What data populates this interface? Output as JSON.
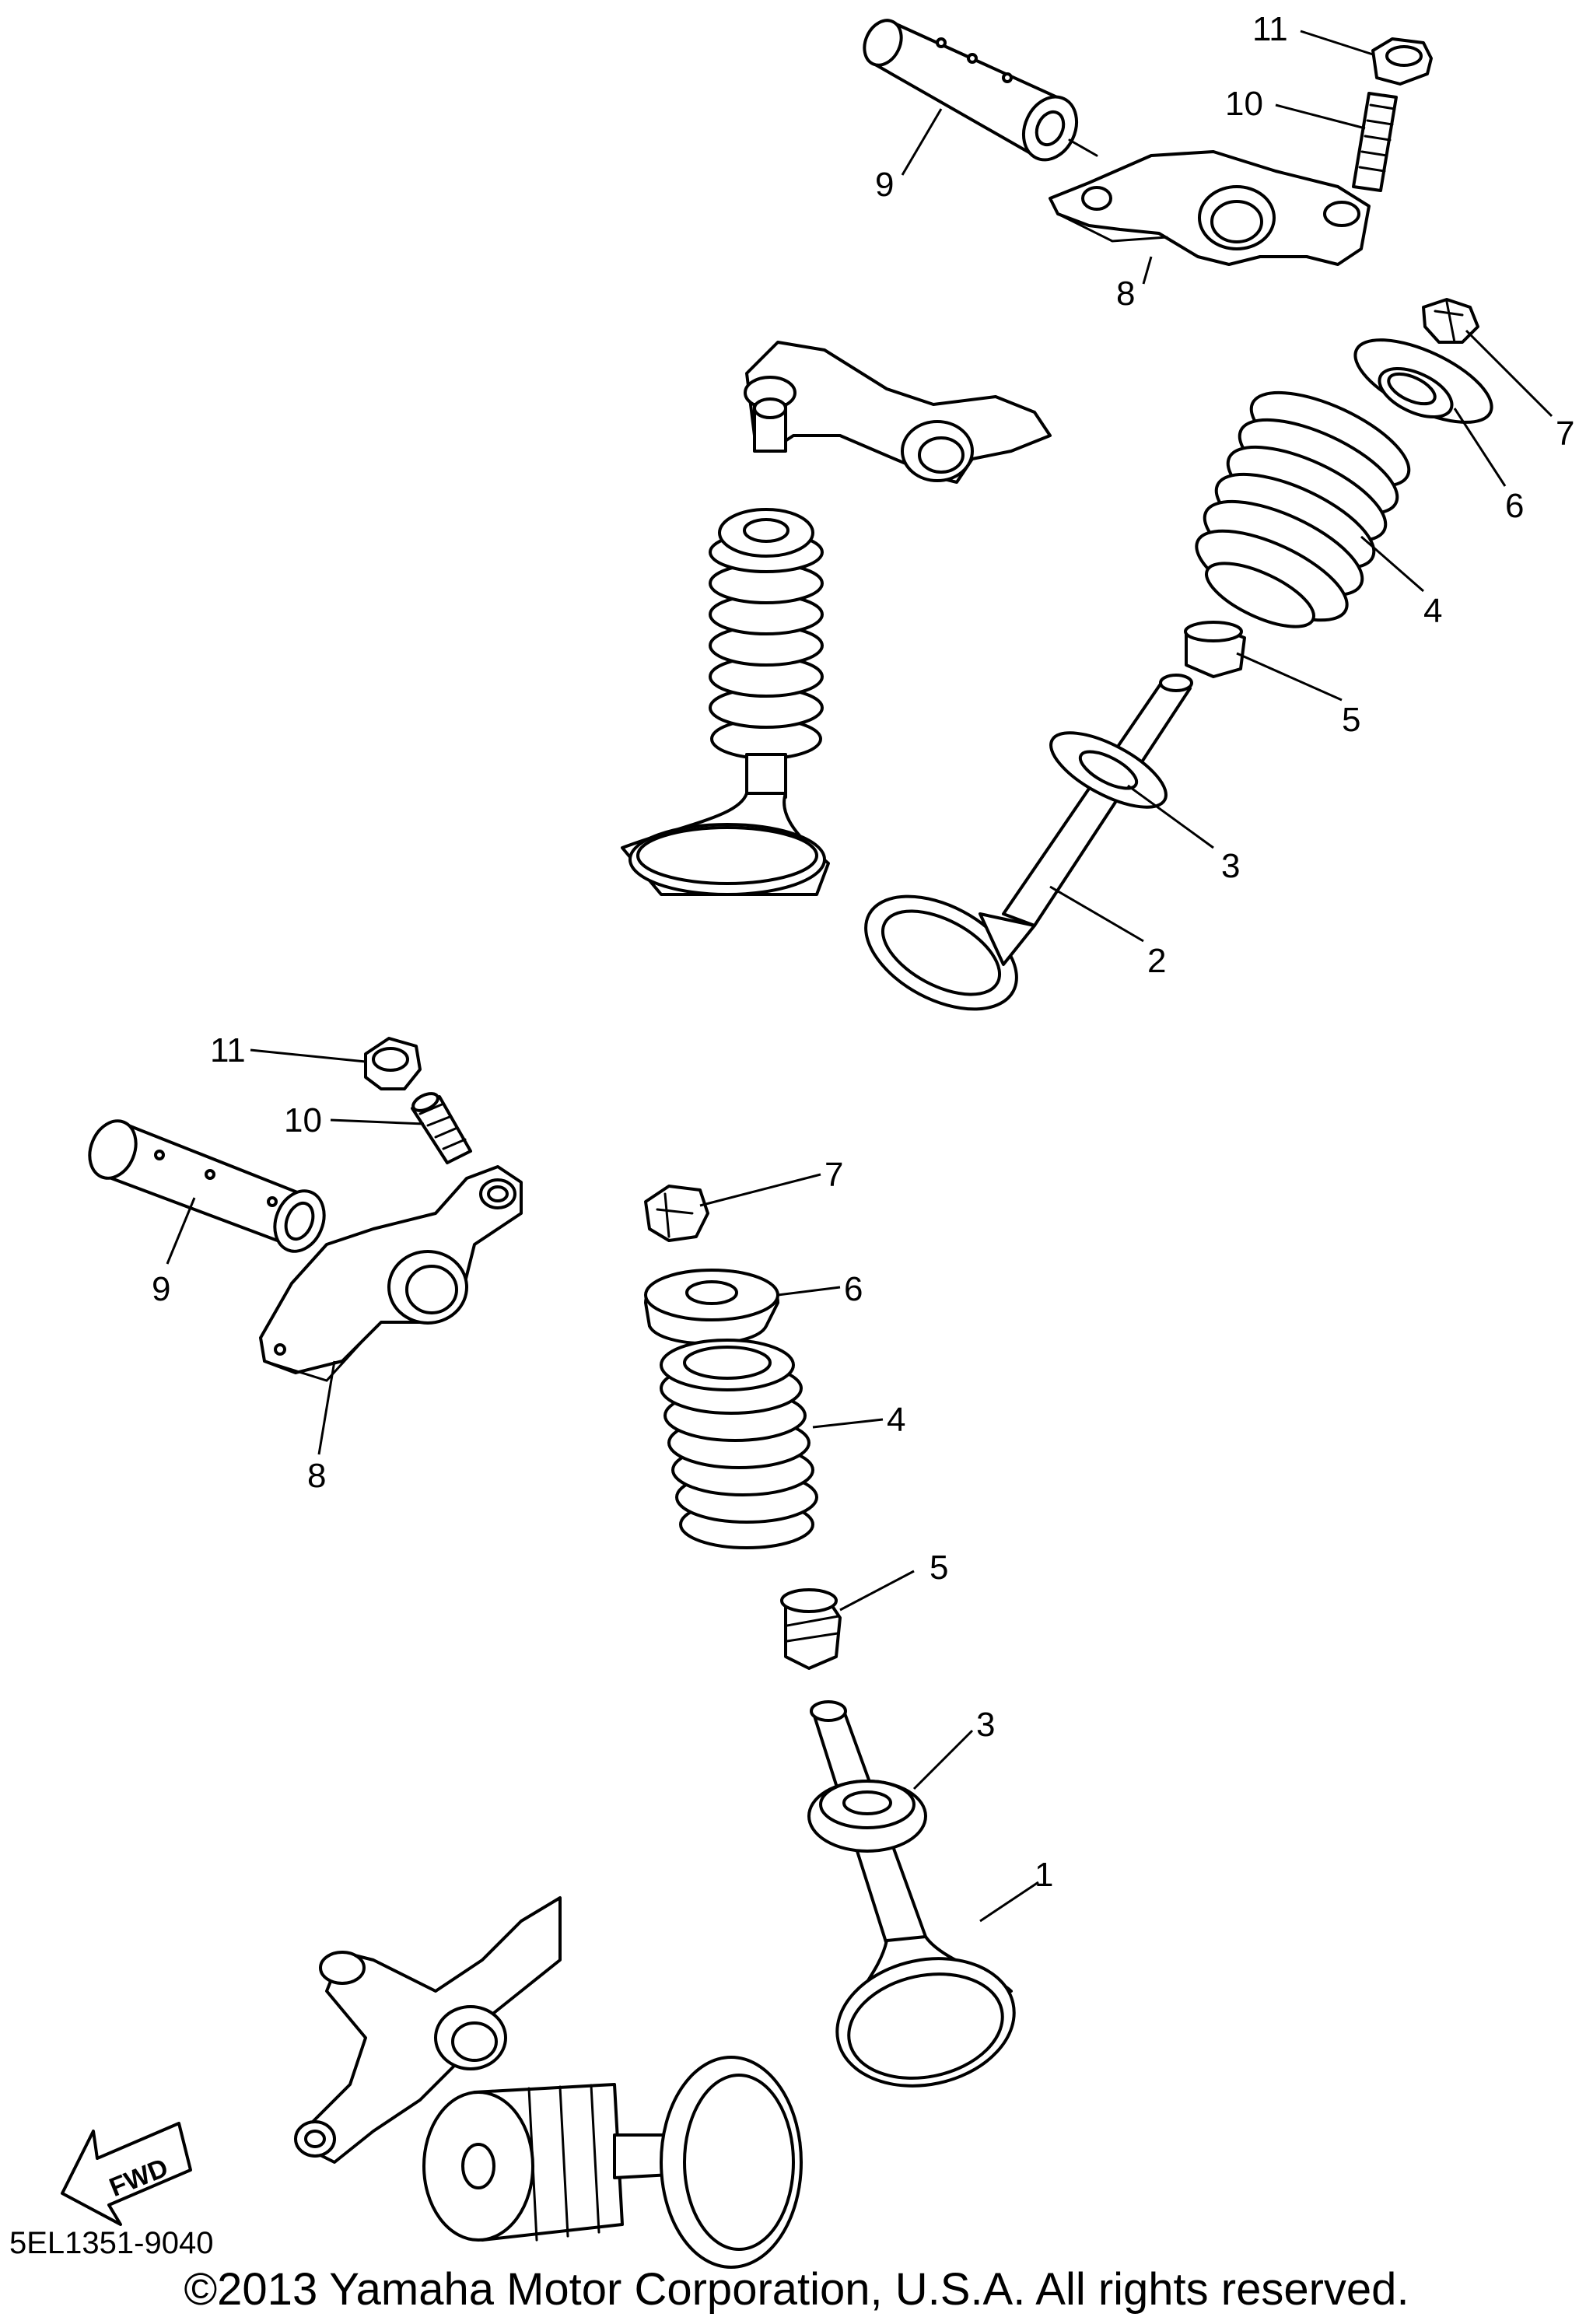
{
  "labels": {
    "u11": "11",
    "u10": "10",
    "u9": "9",
    "u8": "8",
    "u7": "7",
    "u6": "6",
    "u4": "4",
    "u5": "5",
    "u3": "3",
    "u2": "2",
    "l11": "11",
    "l10": "10",
    "l9": "9",
    "l8": "8",
    "l7": "7",
    "l6": "6",
    "l4": "4",
    "l5": "5",
    "l3": "3",
    "l1": "1"
  },
  "fwd_label": "FWD",
  "diagram_code": "5EL1351-9040",
  "copyright": "©2013 Yamaha Motor Corporation, U.S.A. All rights reserved."
}
